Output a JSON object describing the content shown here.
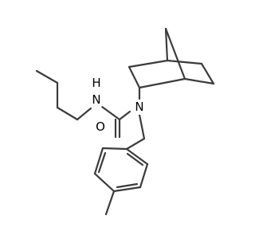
{
  "molecule": {
    "atom_labels": {
      "amide_nh_label": "N",
      "amide_h_label": "H",
      "carbonyl_o_label": "O",
      "tertiary_n_label": "N"
    },
    "colors": {
      "bond": "#3c3c3c",
      "text": "#000000",
      "background": "#ffffff"
    }
  }
}
